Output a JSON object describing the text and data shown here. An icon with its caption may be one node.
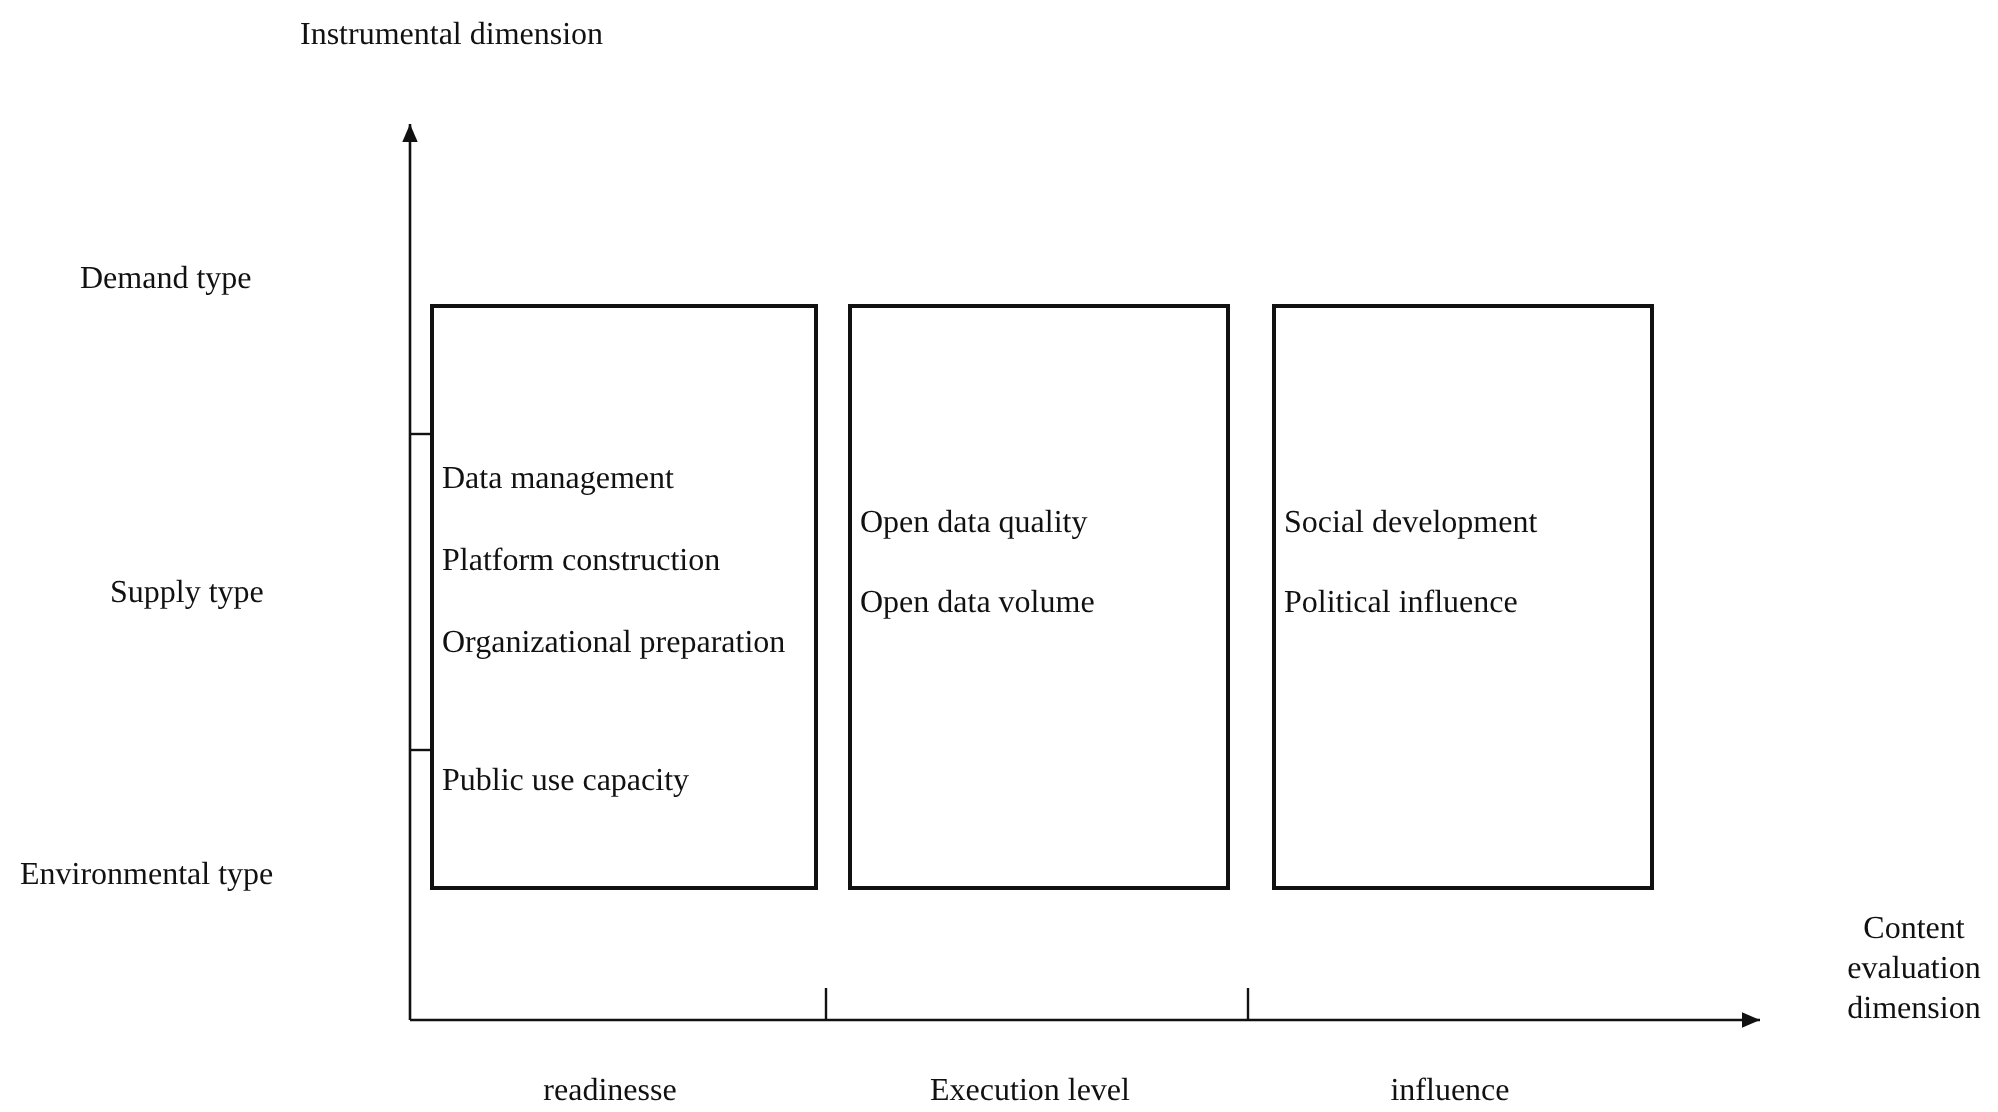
{
  "diagram": {
    "nodes": [
      {
        "text": [
          "Data management",
          "Platform construction",
          "Organizational preparation",
          "Public use capacity"
        ]
      },
      {
        "text": [
          "Open data quality",
          "Open data volume"
        ]
      },
      {
        "text": [
          "Social development",
          "Political influence"
        ]
      }
    ],
    "labels": [
      "Instrumental dimension",
      "Demand type",
      "Supply type",
      "Environmental type",
      "Content evaluation dimension",
      "readinesse",
      "Execution level",
      "influence"
    ]
  }
}
